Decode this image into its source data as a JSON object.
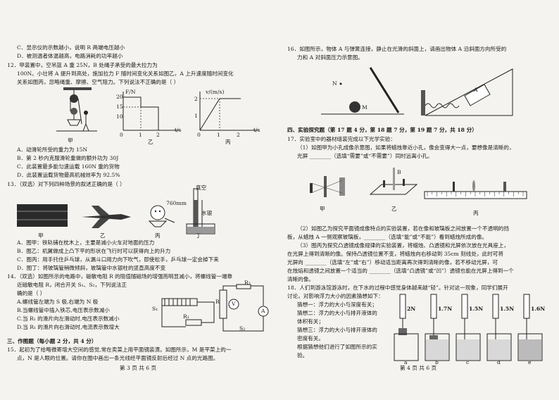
{
  "left": {
    "q11_opts": {
      "C": "C．显示仪的示数越小，说明 R 两端电压越小",
      "D": "D．被测温者体温越高，电路消耗的功率越小"
    },
    "q12": {
      "l1": "12．甲装置中，空吊篮 A 重 25N，B 处绳子承受的最大拉力为",
      "l2": "100N。小壮将 A 提升到高处，施加拉力 F 随时间变化关系如图乙，A 上升速度随时间变化",
      "l3": "关系如图丙，忽略绳重、摩擦、空气阻力。下列说法不正确的是（    ）",
      "figs": {
        "jia": "甲",
        "yi": "乙",
        "bing": "丙"
      },
      "graph_yi": {
        "ylabel": "F/N",
        "xlabel": "t/s",
        "yticks": [
          "20",
          "15",
          "10"
        ],
        "xticks": [
          "0",
          "1",
          "2"
        ]
      },
      "graph_bing": {
        "ylabel": "v/(m/s)",
        "xlabel": "t/s",
        "yticks": [
          "2",
          "1"
        ],
        "xticks": [
          "0",
          "1",
          "2"
        ]
      },
      "opts": [
        "A．动滑轮所受的重力为 15N",
        "B．第 2 秒内克服滑轮重做的额外功为 30J",
        "C．此装置最多能匀速运载 160N 重的货物",
        "D．此装置运载货物最高机械效率为 92.5%"
      ]
    },
    "q13": {
      "stem": "13．（双选）对下列四种场景的叙述正确的是（    ）",
      "figs": [
        "甲",
        "乙",
        "丙",
        "丁"
      ],
      "labels": {
        "vacuum": "真空",
        "mm": "760mm",
        "mercury": "水银"
      },
      "opts": [
        "A．图甲：铁轨铺在枕木上，主要是减小火车对地面的压力",
        "B．图乙：机翼做成上凸下平的形状在飞行时可以获得向上的升力",
        "C．图丙：用手托住乒乓球，从漏斗口用力向下吹气，即使松手，乒乓球一定会掉下来",
        "D．图丁：将玻璃管稍微倾斜，玻璃管中水银柱的竖直高度不变"
      ]
    },
    "q14": {
      "l1": "14．（双选）如图所示的电路中，磁敏电阻 R 的阻值随磁场的增强而明显减小，将螺线管一端靠",
      "l2": "近磁敏电阻 R，闭合开关 S₁、S₂，下列说法正",
      "l3": "确的是（    ）",
      "opts": [
        "A.螺线管左端为 S 极,右端为 N 极",
        "B.当螺线管中插入铁芯,电压表示数减小",
        "C.当 R₁ 的滑片向左滑动时,电压表示数减小",
        "D.当 R₁ 的滑片向右滑动时,电流表示数增大"
      ],
      "circuit": {
        "R2": "R₂",
        "R": "R",
        "V": "V",
        "A": "A",
        "S1": "S₁",
        "S2": "S₂",
        "R1": "R₁"
      }
    },
    "sec3": "三、作图题（每小题 2 分，共 4 分）",
    "q15": {
      "l1": "15．起初为了给略微寄增大空间的感觉,常在卖菜上用平面镜装潢。如图所示，M 是平菜上的一",
      "l2": "点，N 是人眼的位置。请你在图中画出一条光线经平面镜反射后经过 N 点的光路图。"
    },
    "footer": "第 3 页 共 6 页"
  },
  "right": {
    "q16": {
      "l1": "16．如图所示，物体 A 与弹簧连接，静止在光滑的斜面上，请画出物体 A 沿斜面方向所受的",
      "l2": "力和 A 对斜面压力示意图。",
      "labels": {
        "N": "N",
        "M": "M",
        "A": "A"
      }
    },
    "sec4": "四、实验探究题（第 17 题 4 分，第 18 题 7 分，第 19 题 7 分，共 18 分）",
    "q17": {
      "stem": "17．实验室中的器材组装完成以下光学实验：",
      "p1a": "（1）如图甲为小孔成像示意图，如果将蜡烛靠近小孔，像会变得大一点，要想像是清晰的，",
      "p1b": "光屏 ________（选填“需要”或“不需要”）同时远离小孔。",
      "figs": {
        "jia": "甲",
        "yi": "乙",
        "bing": "丙"
      },
      "B": "B",
      "p2a": "（2）如图乙为探究平面镜成像特点的实验装置，若在像和玻璃板之间放置一个不透明的挡",
      "p2b": "板，从蜡烛 A 一侧观察玻璃板，________（选填“能”或“不能”）看到蜡烛所成的像。",
      "p3a": "（3）图丙为探究凸透镜成像规律的实验装置，将蜡烛、凸透镜和光屏依次放在光具座上，",
      "p3b": "在光屏上得到清晰的像。保持凸透镜位置不变，将蜡烛向右移动到 35cm 刻线处，此时可将",
      "p3c": "光屏向 ________（选填“左”或“右”）移动适当距离再次得到清晰的像，若不移动光屏，可",
      "p3d": "在烛焰和透镜之间放置一个适当的 ________（选填“凸透镜”或“凹”）透镜也能在光屏上得到一个",
      "p3e": "清晰的像。"
    },
    "q18": {
      "l1": "18．人们到游泳馆游泳时，在下水的过程中感觉身体越来越“轻”。针对这一现象，同学们展开",
      "l2": "讨论，对影响浮力大小的因素猜想如下：",
      "g1": "猜想一：浮力的大小与深度有关；",
      "g2a": "猜想二：浮力的大小与排开液体的",
      "g2b": "体积有关；",
      "g3a": "猜想三：浮力的大小与排开液体的",
      "g3b": "密度有关。",
      "g4a": "根据猜想他们进行了如图所示的实",
      "g4b": "验。",
      "readings": [
        "2N",
        "1.7N",
        "1.5N",
        "1.5N",
        "1.6N"
      ],
      "beakers": [
        "a",
        "b",
        "c",
        "d",
        "e"
      ]
    },
    "footer": "第 4 页 共 6 页"
  }
}
